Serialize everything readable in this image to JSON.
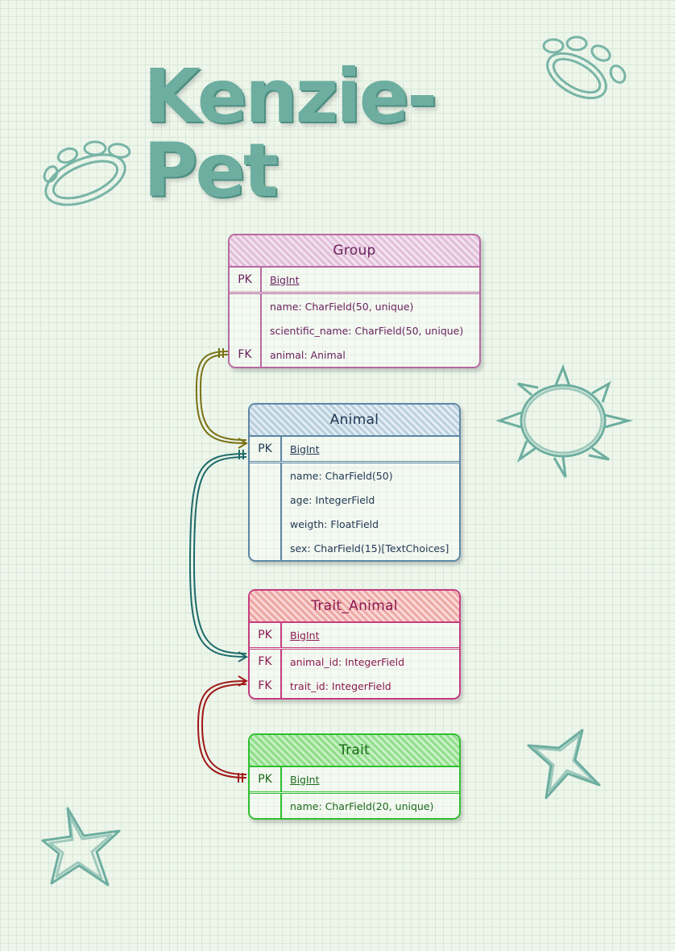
{
  "title": "Kenzie-Pet",
  "colors": {
    "accent": "#6daea0",
    "group": "#b66aa0",
    "animal": "#5c86a5",
    "trait_animal": "#c63d7f",
    "trait": "#2fbf2f",
    "link_group_animal": "#7a7214",
    "link_animal_trait_animal": "#1f6b6b",
    "link_trait_trait_animal": "#a01818"
  },
  "icons": [
    "paw-print-icon",
    "paw-print-icon",
    "sun-icon",
    "star-icon",
    "star-icon"
  ],
  "entities": {
    "group": {
      "name": "Group",
      "rows": [
        {
          "key": "PK",
          "field": "BigInt"
        },
        {
          "key": "",
          "field": "name: CharField(50, unique)"
        },
        {
          "key": "",
          "field": "scientific_name: CharField(50, unique)"
        },
        {
          "key": "FK",
          "field": "animal: Animal"
        }
      ]
    },
    "animal": {
      "name": "Animal",
      "rows": [
        {
          "key": "PK",
          "field": "BigInt"
        },
        {
          "key": "",
          "field": "name: CharField(50)"
        },
        {
          "key": "",
          "field": "age: IntegerField"
        },
        {
          "key": "",
          "field": "weigth: FloatField"
        },
        {
          "key": "",
          "field": "sex: CharField(15)[TextChoices]"
        }
      ]
    },
    "trait_animal": {
      "name": "Trait_Animal",
      "rows": [
        {
          "key": "PK",
          "field": "BigInt"
        },
        {
          "key": "FK",
          "field": "animal_id: IntegerField"
        },
        {
          "key": "FK",
          "field": "trait_id: IntegerField"
        }
      ]
    },
    "trait": {
      "name": "Trait",
      "rows": [
        {
          "key": "PK",
          "field": "BigInt"
        },
        {
          "key": "",
          "field": "name: CharField(20, unique)"
        }
      ]
    }
  }
}
